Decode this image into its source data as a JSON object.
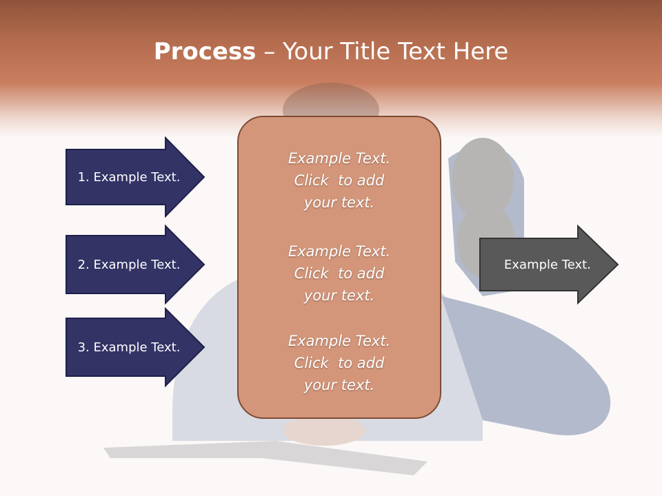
{
  "title": {
    "bold": "Process",
    "rest": " – Your Title Text Here"
  },
  "left_arrows": [
    {
      "label": "1. Example Text."
    },
    {
      "label": "2. Example Text."
    },
    {
      "label": "3. Example Text."
    }
  ],
  "center_blocks": [
    {
      "lines": [
        "Example Text.",
        "Click  to add",
        "your text."
      ]
    },
    {
      "lines": [
        "Example Text.",
        "Click  to add",
        "your text."
      ]
    },
    {
      "lines": [
        "Example Text.",
        "Click  to add",
        "your text."
      ]
    }
  ],
  "right_arrow": {
    "label": "Example Text."
  },
  "colors": {
    "header": "#b46c4e",
    "left_arrow_fill": "#333366",
    "right_arrow_fill": "#595959",
    "center_box_fill": "#d4967a",
    "center_box_border": "#7d4a35"
  }
}
